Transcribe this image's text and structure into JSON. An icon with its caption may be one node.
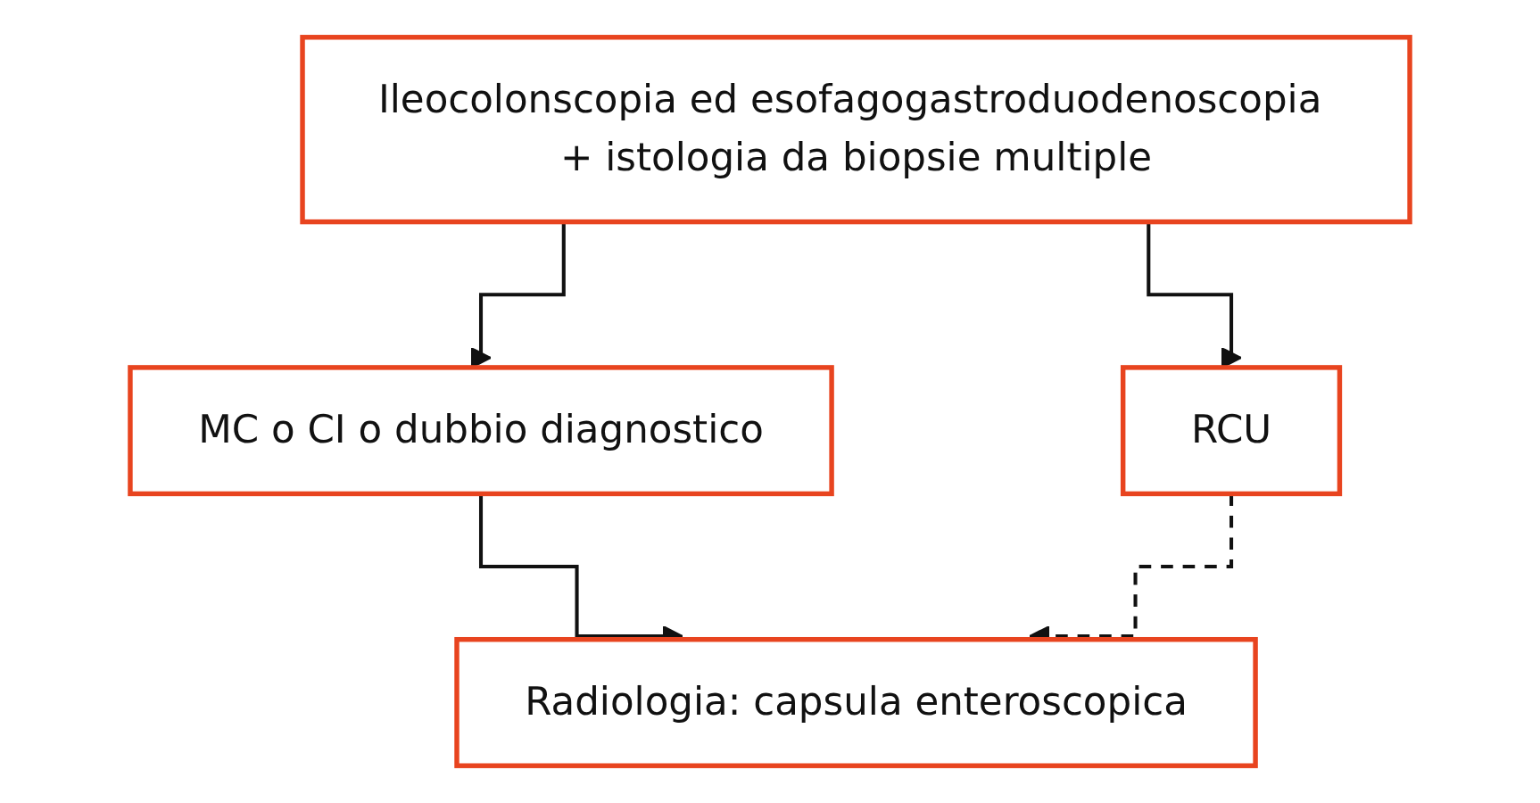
{
  "diagram": {
    "nodes": [
      {
        "text": [
          "Ileocolonscopia ed esofagogastroduodenoscopia + istologia da biopsie multiple"
        ]
      },
      {
        "text": [
          "MC o CI o dubbio diagnostico"
        ]
      },
      {
        "text": [
          "RCU"
        ]
      },
      {
        "text": [
          "Radiologia: capsula enteroscopica"
        ]
      }
    ],
    "edges": [
      {
        "from": 0,
        "to": 1,
        "arrow": "to"
      },
      {
        "from": 0,
        "to": 2,
        "arrow": "to"
      },
      {
        "from": 1,
        "to": 3,
        "arrow": "to"
      },
      {
        "from": 2,
        "to": 3,
        "arrow": "to",
        "style": "dashed"
      }
    ]
  }
}
